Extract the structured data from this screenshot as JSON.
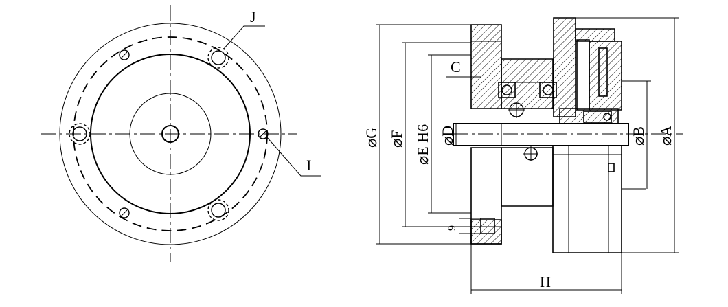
{
  "labels": {
    "J": "J",
    "I": "I",
    "C": "C",
    "G": "⌀G",
    "F": "⌀F",
    "E": "⌀E H6",
    "D": "⌀D",
    "B": "⌀B",
    "A": "⌀A",
    "H": "H",
    "g": "9"
  }
}
